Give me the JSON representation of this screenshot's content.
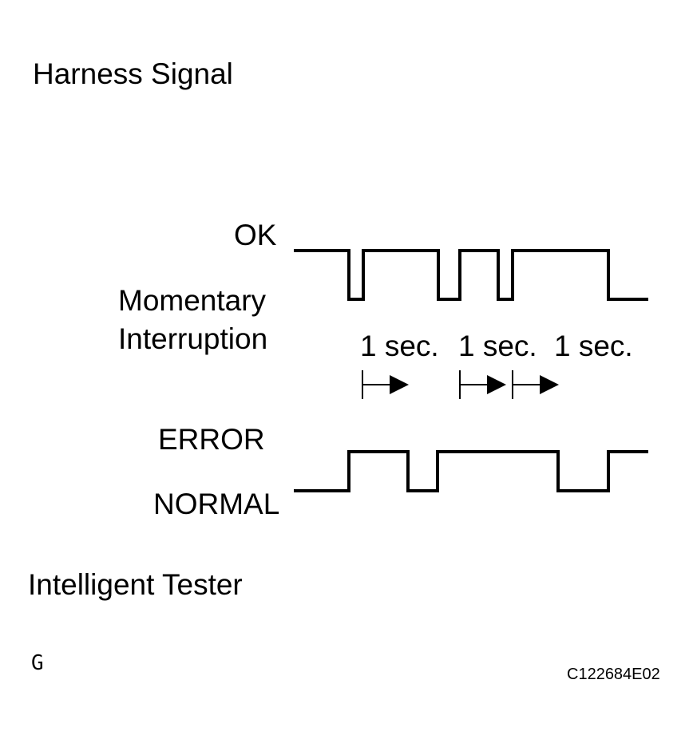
{
  "harness": {
    "title": "Harness Signal",
    "level_high": "OK",
    "level_low_line1": "Momentary",
    "level_low_line2": "Interruption",
    "interval_labels": [
      "1 sec.",
      "1 sec.",
      "1 sec."
    ]
  },
  "tester": {
    "title": "Intelligent Tester",
    "level_high": "ERROR",
    "level_low": "NORMAL"
  },
  "footer": {
    "marker": "G",
    "figure_code": "C122684E02"
  }
}
